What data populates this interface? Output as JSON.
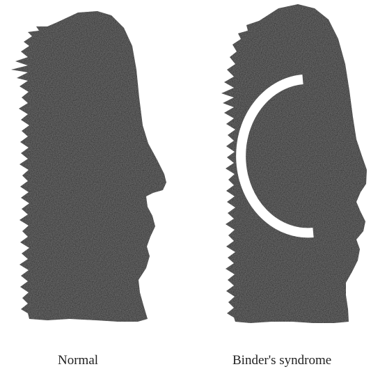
{
  "figure": {
    "panels": [
      {
        "id": "normal",
        "caption": "Normal"
      },
      {
        "id": "binder",
        "caption": "Binder's syndrome"
      }
    ],
    "colors": {
      "silhouette": "#0b0b0b",
      "implant": "#ffffff",
      "background": "#ffffff"
    }
  }
}
